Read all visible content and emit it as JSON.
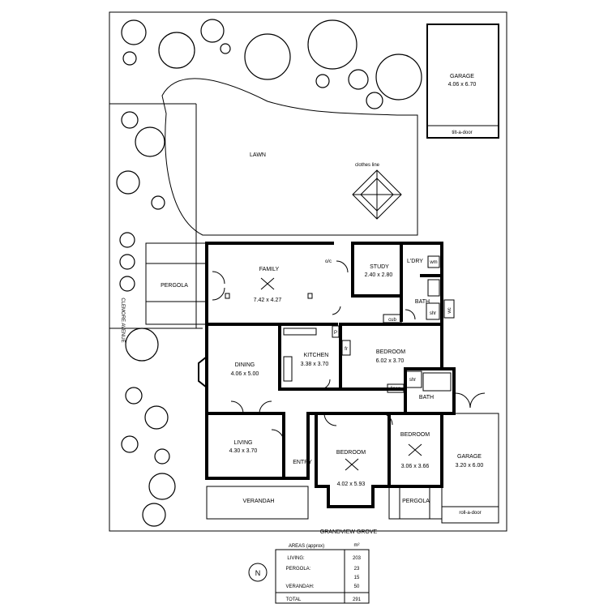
{
  "street_side": "CLEMORE AVENUE",
  "street_front": "GRANDVIEW GROVE",
  "rooms": {
    "garage_rear": {
      "name": "GARAGE",
      "dims": "4.06 x 6.70",
      "door": "tilt-a-door"
    },
    "lawn": {
      "name": "LAWN"
    },
    "clothes_line": {
      "name": "clothes line"
    },
    "pergola_side": {
      "name": "PERGOLA"
    },
    "family": {
      "name": "FAMILY",
      "dims": "7.42 x 4.27"
    },
    "study": {
      "name": "STUDY",
      "dims": "2.40 x 2.80"
    },
    "laundry": {
      "name": "L'DRY"
    },
    "wm": {
      "name": "wm"
    },
    "bath_small": {
      "name": "BATH"
    },
    "shr_small": {
      "name": "shr"
    },
    "cub": {
      "name": "cub"
    },
    "pantry": {
      "name": "P"
    },
    "fridge": {
      "name": "fr"
    },
    "dining": {
      "name": "DINING",
      "dims": "4.06 x 5.00"
    },
    "kitchen": {
      "name": "KITCHEN",
      "dims": "3.38 x 3.70"
    },
    "bedroom1": {
      "name": "BEDROOM",
      "dims": "6.02 x 3.70"
    },
    "shr": {
      "name": "shr"
    },
    "linen": {
      "name": "linen"
    },
    "bath": {
      "name": "BATH"
    },
    "living": {
      "name": "LIVING",
      "dims": "4.30 x 3.70"
    },
    "entry": {
      "name": "ENTRY"
    },
    "bedroom2": {
      "name": "BEDROOM",
      "dims": "4.02 x 5.93"
    },
    "bedroom3": {
      "name": "BEDROOM",
      "dims": "3.06 x 3.66"
    },
    "garage_front": {
      "name": "GARAGE",
      "dims": "3.20 x 6.00",
      "door": "roll-a-door"
    },
    "pergola_front": {
      "name": "PERGOLA"
    },
    "verandah": {
      "name": "VERANDAH"
    },
    "wc": {
      "name": "wc"
    },
    "oc": {
      "name": "o/c"
    }
  },
  "areas_table": {
    "title": "AREAS (approx)",
    "unit": "m²",
    "rows": [
      {
        "label": "LIVING:",
        "value": "203"
      },
      {
        "label": "PERGOLA:",
        "value": "23"
      },
      {
        "label": "",
        "value": "15"
      },
      {
        "label": "VERANDAH:",
        "value": "50"
      },
      {
        "label": "TOTAL",
        "value": "291"
      }
    ]
  },
  "north": "N"
}
